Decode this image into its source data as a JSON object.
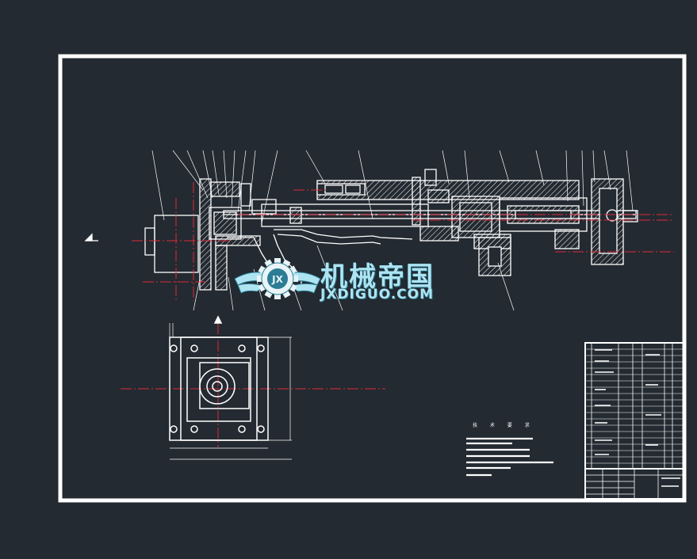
{
  "watermark": {
    "cn_text": "机械帝国",
    "en_text": "JXDIGUO.COM",
    "badge_text": "JX"
  },
  "tech_requirements": {
    "title": "技 术 要 求"
  },
  "colors": {
    "background": "#232a31",
    "line": "#ffffff",
    "centerline": "#e0283a",
    "logo": "#aee4f2"
  }
}
